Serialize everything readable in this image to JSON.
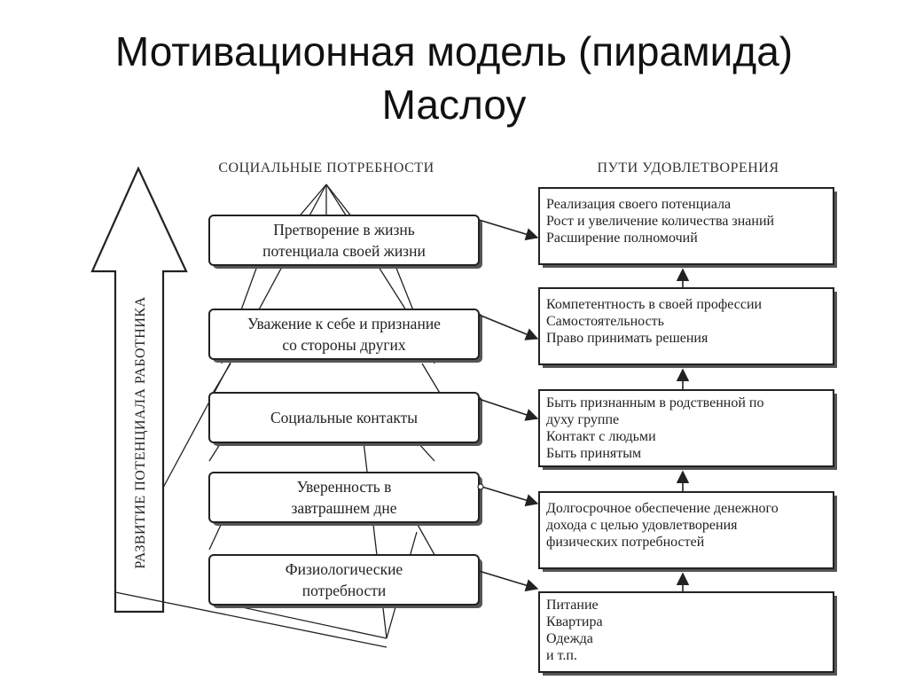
{
  "title": {
    "line1": "Мотивационная модель (пирамида)",
    "line2": "Маслоу"
  },
  "diagram": {
    "left_header": "СОЦИАЛЬНЫЕ ПОТРЕБНОСТИ",
    "right_header": "ПУТИ УДОВЛЕТВОРЕНИЯ",
    "vertical_label": "РАЗВИТИЕ ПОТЕНЦИАЛА РАБОТНИКА",
    "levels": [
      {
        "lines": [
          "Претворение в жизнь",
          "потенциала своей жизни"
        ]
      },
      {
        "lines": [
          "Уважение к себе и признание",
          "со стороны других"
        ]
      },
      {
        "lines": [
          "Социальные контакты"
        ]
      },
      {
        "lines": [
          "Уверенность в",
          "завтрашнем дне"
        ]
      },
      {
        "lines": [
          "Физиологические",
          "потребности"
        ]
      }
    ],
    "ways": [
      {
        "lines": [
          "Реализация своего потенциала",
          "Рост и увеличение количества знаний",
          "Расширение полномочий"
        ]
      },
      {
        "lines": [
          "Компетентность в своей профессии",
          "Самостоятельность",
          "Право принимать решения"
        ]
      },
      {
        "lines": [
          "Быть признанным в родственной по",
          "духу группе",
          "Контакт с людьми",
          "Быть принятым"
        ]
      },
      {
        "lines": [
          "Долгосрочное обеспечение денежного",
          "дохода с целью удовлетворения",
          "физических потребностей"
        ]
      },
      {
        "lines": [
          "Питание",
          "Квартира",
          "Одежда",
          "и т.п."
        ]
      }
    ],
    "colors": {
      "ink": "#222222",
      "shadow": "#555555",
      "background": "#ffffff"
    }
  }
}
